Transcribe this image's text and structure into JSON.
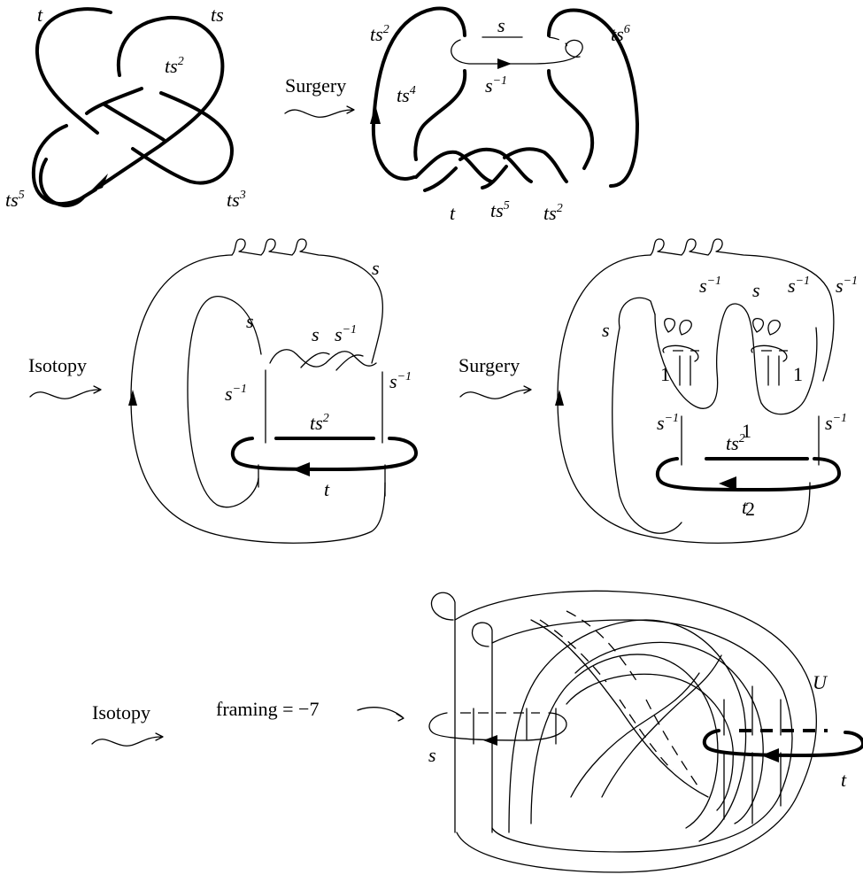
{
  "steps": {
    "surgery_1": "Surgery",
    "isotopy_1": "Isotopy",
    "surgery_2": "Surgery",
    "isotopy_2": "Isotopy"
  },
  "panel_knot": {
    "labels": {
      "t": "t",
      "ts": "ts",
      "ts2": "ts",
      "ts2_exp": "2",
      "ts3": "ts",
      "ts3_exp": "3",
      "ts5": "ts",
      "ts5_exp": "5"
    }
  },
  "panel_surgery": {
    "labels": {
      "ts2": "ts",
      "ts2_exp": "2",
      "ts6": "ts",
      "ts6_exp": "6",
      "ts4": "ts",
      "ts4_exp": "4",
      "s": "s",
      "sinv": "s",
      "sinv_exp": "−1",
      "t": "t",
      "ts5": "ts",
      "ts5_exp": "5",
      "ts2b": "ts",
      "ts2b_exp": "2"
    }
  },
  "panel_isotopy": {
    "labels": {
      "s_top": "s",
      "s_left": "s",
      "s_mid": "s",
      "sinv_mid": "s",
      "sinv_mid_exp": "−1",
      "sinv_left": "s",
      "sinv_left_exp": "−1",
      "sinv_right": "s",
      "sinv_right_exp": "−1",
      "ts2": "ts",
      "ts2_exp": "2",
      "t": "t"
    }
  },
  "panel_surgery2": {
    "labels": {
      "s_left": "s",
      "sinv_a": "s",
      "sinv_a_exp": "−1",
      "s_mid": "s",
      "sinv_b": "s",
      "sinv_b_exp": "−1",
      "sinv_c": "s",
      "sinv_c_exp": "−1",
      "one_left": "1",
      "one_right": "1",
      "one_mid": "1",
      "sinv_left": "s",
      "sinv_left_exp": "−1",
      "ts2": "ts",
      "ts2_exp": "2",
      "sinv_right": "s",
      "sinv_right_exp": "−1",
      "t": "t",
      "two": "2"
    }
  },
  "panel_final": {
    "framing": "framing = −7",
    "labels": {
      "s": "s",
      "U": "U",
      "t": "t"
    }
  }
}
